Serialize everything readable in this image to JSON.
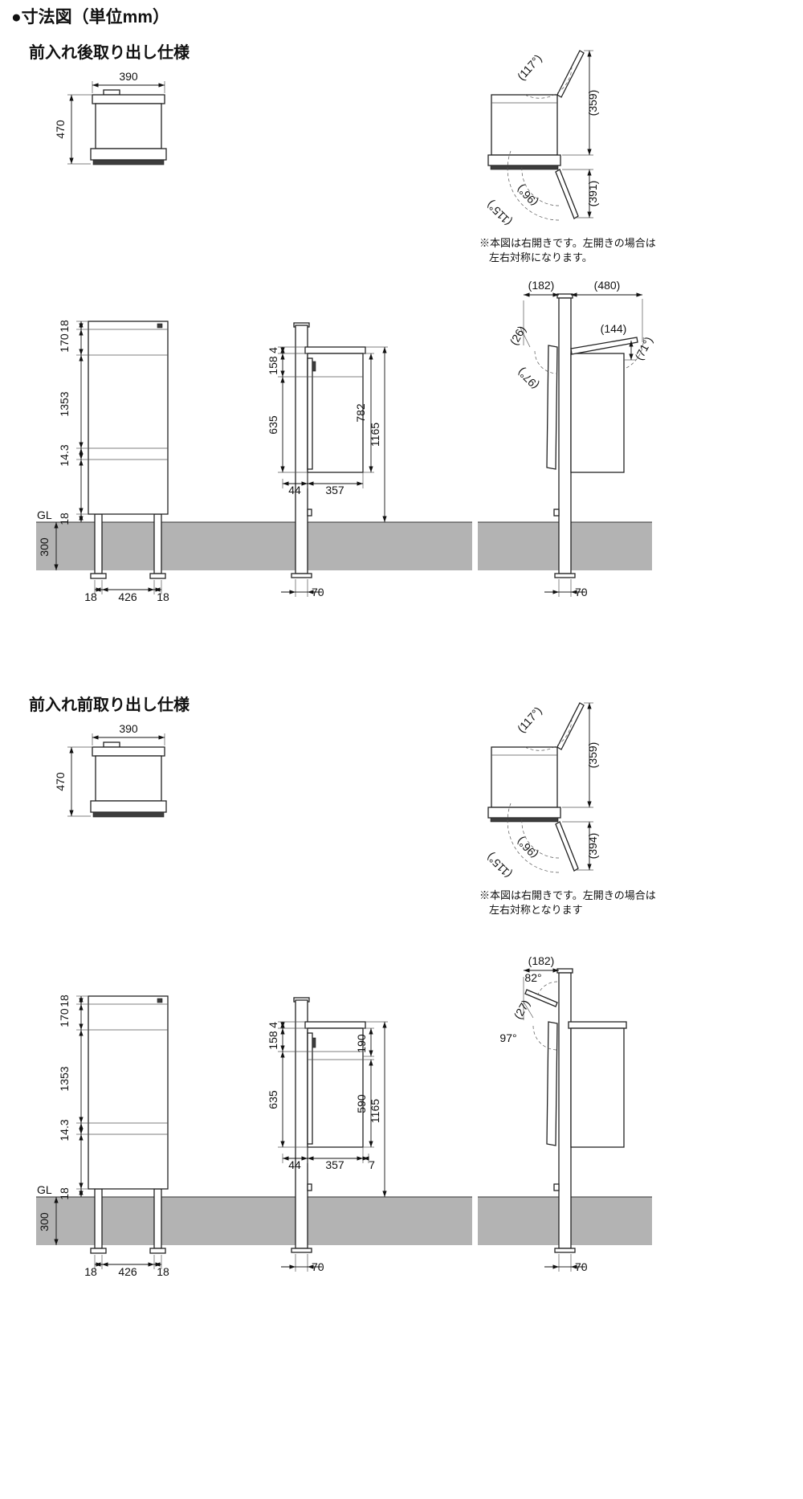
{
  "header": {
    "title": "●寸法図（単位mm）"
  },
  "colors": {
    "ground": "#b3b3b3"
  },
  "s1": {
    "heading": "前入れ後取り出し仕様",
    "front": {
      "w": "390",
      "h": "470"
    },
    "side": {
      "lid_angle": "(117°)",
      "lid_reach": "(359)",
      "door_angle_inner": "(96°)",
      "door_angle_outer": "(115°)",
      "door_reach": "(391)"
    },
    "note1": "※本図は右開きです。左開きの場合は",
    "note2": "左右対称になります。",
    "elev_front": {
      "d18a": "18",
      "d170": "170",
      "d1353": "1353",
      "d14_3": "14.3",
      "d18b": "18",
      "gl": "GL",
      "d300": "300",
      "b18l": "18",
      "b426": "426",
      "b18r": "18"
    },
    "elev_side": {
      "d4": "4",
      "d158": "158",
      "d635": "635",
      "d782": "782",
      "d1165": "1165",
      "d44": "44",
      "d357": "357",
      "d70": "70"
    },
    "elev_open": {
      "d182": "(182)",
      "d480": "(480)",
      "d26": "(26)",
      "d144": "(144)",
      "a71": "(71°)",
      "a97": "(97°)",
      "d70": "70"
    }
  },
  "s2": {
    "heading": "前入れ前取り出し仕様",
    "front": {
      "w": "390",
      "h": "470"
    },
    "side": {
      "lid_angle": "(117°)",
      "lid_reach": "(359)",
      "door_angle_inner": "(96°)",
      "door_angle_outer": "(115°)",
      "door_reach": "(394)"
    },
    "note1": "※本図は右開きです。左開きの場合は",
    "note2": "左右対称となります",
    "elev_front": {
      "d18a": "18",
      "d170": "170",
      "d1353": "1353",
      "d14_3": "14.3",
      "d18b": "18",
      "gl": "GL",
      "d300": "300",
      "b18l": "18",
      "b426": "426",
      "b18r": "18"
    },
    "elev_side": {
      "d4": "4",
      "d158": "158",
      "d635": "635",
      "d190": "190",
      "d590": "590",
      "d1165": "1165",
      "d44": "44",
      "d357": "357",
      "d7": "7",
      "d70": "70"
    },
    "elev_open": {
      "d182": "(182)",
      "a82": "82°",
      "d27": "(27)",
      "a97": "97°",
      "d70": "70"
    }
  }
}
